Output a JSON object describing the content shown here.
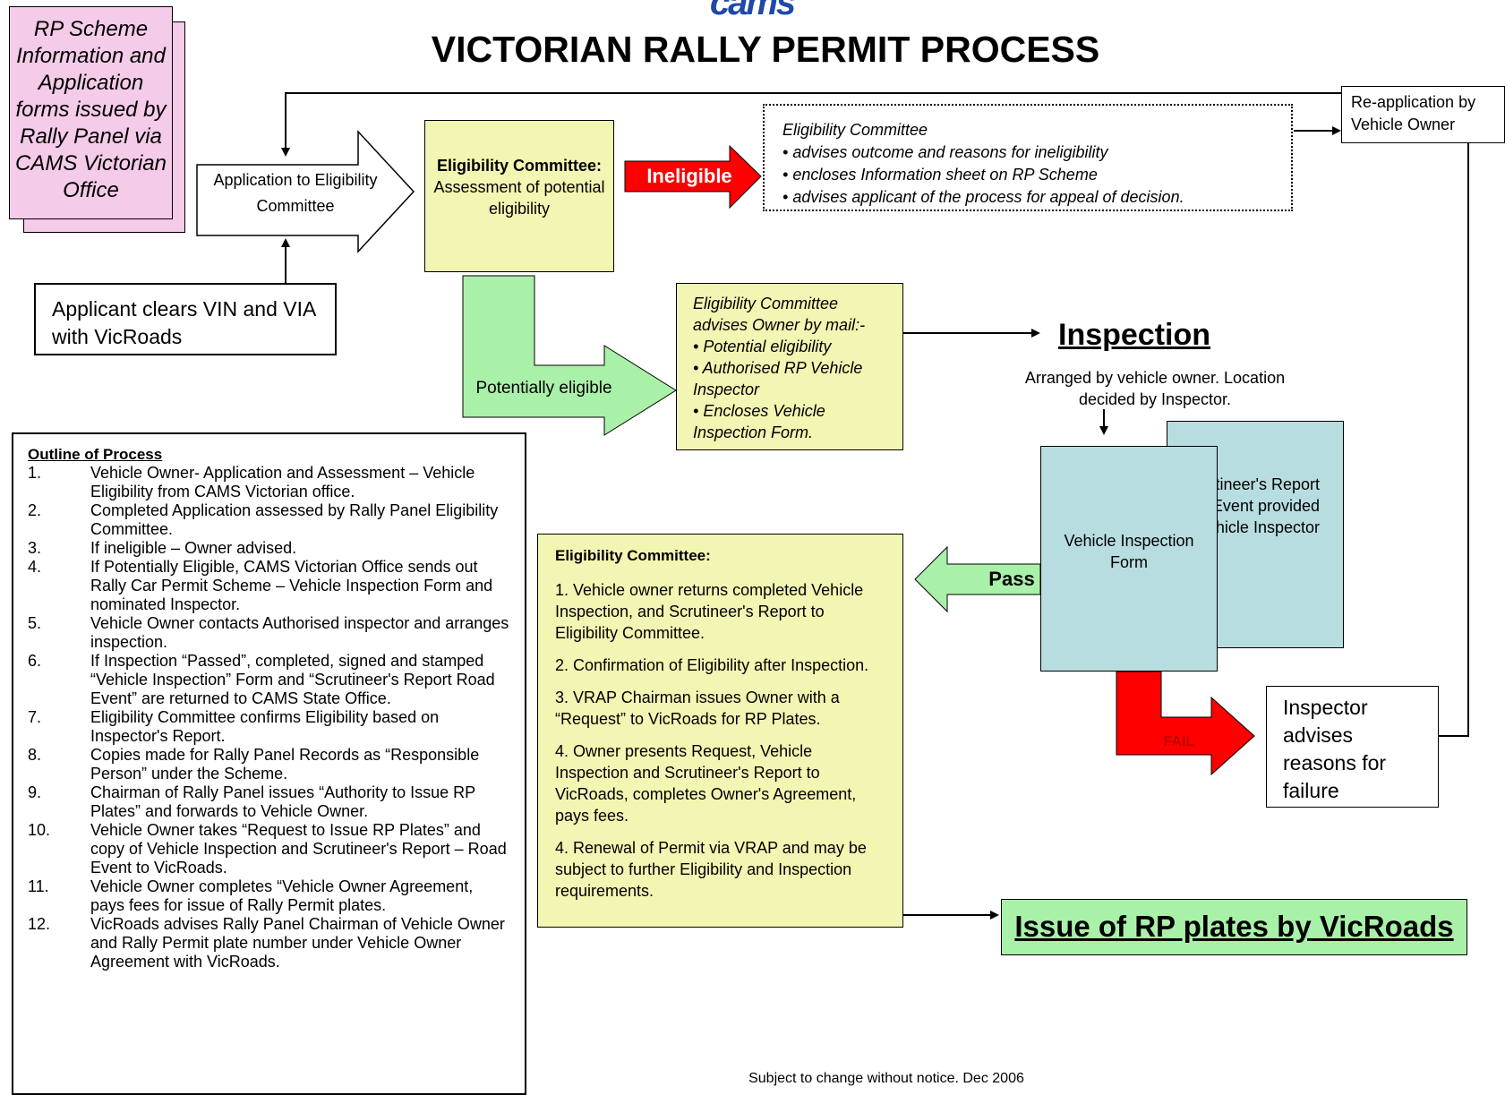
{
  "logo_text": "cams",
  "title": "VICTORIAN RALLY PERMIT PROCESS",
  "scheme_info": "RP Scheme Information and Application forms issued by Rally Panel via CAMS Victorian Office",
  "application": "Application to Eligibility Committee",
  "applicant_clears": "Applicant clears VIN and VIA with VicRoads",
  "assessment": {
    "heading": "Eligibility Committee:",
    "body": "Assessment of potential eligibility"
  },
  "ineligible_label": "Ineligible",
  "ineligible_advice": {
    "heading": "Eligibility Committee",
    "bullets": [
      "advises outcome and reasons for ineligibility",
      "encloses Information sheet on RP Scheme",
      "advises applicant of the process for appeal of decision."
    ]
  },
  "reapplication": "Re-application by Vehicle Owner",
  "potentially_eligible_label": "Potentially eligible",
  "owner_mail": {
    "heading": "Eligibility Committee advises Owner by mail:-",
    "bullets": [
      "Potential eligibility",
      "Authorised RP Vehicle Inspector",
      "Encloses Vehicle Inspection Form."
    ]
  },
  "inspection": {
    "title": "Inspection",
    "note": "Arranged by vehicle owner. Location decided by Inspector."
  },
  "scrutineer_report": "Scrutineer's Report Road Event provided by Vehicle Inspector",
  "vehicle_inspection_form": "Vehicle Inspection Form",
  "pass_label": "Pass",
  "fail_label": "FAIL",
  "failure_advice": "Inspector advises reasons for failure",
  "final_steps": {
    "heading": "Eligibility Committee:",
    "items": [
      "1. Vehicle owner returns completed Vehicle Inspection, and Scrutineer's Report to Eligibility Committee.",
      "2. Confirmation of Eligibility after Inspection.",
      "3. VRAP Chairman issues Owner with a “Request”  to VicRoads for RP Plates.",
      "4. Owner presents Request, Vehicle Inspection and Scrutineer's Report to VicRoads, completes Owner's Agreement, pays fees.",
      "4. Renewal of Permit via VRAP and may be subject to further Eligibility and Inspection requirements."
    ]
  },
  "issue_plates": "Issue of RP plates by VicRoads",
  "outline": {
    "heading": "Outline of Process",
    "steps": [
      {
        "num": "1.",
        "text": "Vehicle Owner- Application and Assessment – Vehicle Eligibility from CAMS Victorian office."
      },
      {
        "num": "2.",
        "text": "Completed Application assessed by Rally Panel Eligibility Committee."
      },
      {
        "num": "3.",
        "text": "If ineligible – Owner advised."
      },
      {
        "num": "4.",
        "text": "If Potentially Eligible, CAMS Victorian Office sends out Rally Car Permit Scheme – Vehicle Inspection Form and nominated Inspector."
      },
      {
        "num": "5.",
        "text": "Vehicle Owner contacts Authorised inspector and arranges inspection."
      },
      {
        "num": "6.",
        "text": "If Inspection “Passed”, completed, signed and stamped “Vehicle Inspection” Form and “Scrutineer's Report  Road Event” are returned to CAMS State Office."
      },
      {
        "num": "7.",
        "text": "Eligibility Committee confirms Eligibility based on Inspector's Report."
      },
      {
        "num": "8.",
        "text": "Copies made for Rally Panel Records as “Responsible Person” under the Scheme."
      },
      {
        "num": "9.",
        "text": "Chairman of Rally Panel issues “Authority to Issue RP Plates” and forwards to Vehicle Owner."
      },
      {
        "num": "10.",
        "text": "Vehicle Owner takes “Request to Issue RP Plates” and copy of Vehicle Inspection and Scrutineer's Report – Road Event to VicRoads."
      },
      {
        "num": "11.",
        "text": "Vehicle Owner completes “Vehicle Owner Agreement, pays fees for issue of Rally Permit plates."
      },
      {
        "num": "12.",
        "text": "VicRoads advises Rally Panel Chairman of Vehicle Owner and Rally Permit plate number under Vehicle Owner Agreement with VicRoads."
      }
    ]
  },
  "footer_note": "Subject to change without notice. Dec 2006",
  "colors": {
    "yellow_box": "#f3f5b2",
    "teal_box": "#b8dde1",
    "pink_box": "#f4cbe8",
    "green_arrow": "#a9f0a9",
    "red_arrow": "#ff0000"
  }
}
